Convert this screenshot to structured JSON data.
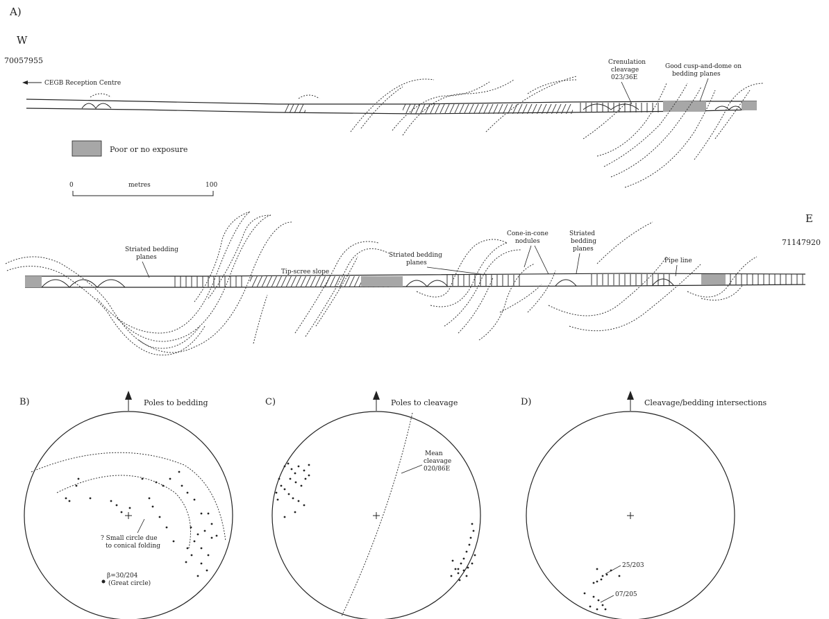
{
  "panel_labels": {
    "a": "A)",
    "b": "B)",
    "c": "C)",
    "d": "D)"
  },
  "section": {
    "west_label": "W",
    "west_grid_ref": "70057955",
    "east_label": "E",
    "east_grid_ref": "71147920",
    "reception_label": "CEGB Reception Centre",
    "crenulation_label": [
      "Crenulation",
      "cleavage",
      "023/36E"
    ],
    "cusp_label": [
      "Good cusp-and-dome on",
      "bedding planes"
    ],
    "striated_1": [
      "Striated bedding",
      "planes"
    ],
    "tip_scree": "Tip-scree slope",
    "striated_2": [
      "Striated bedding",
      "planes"
    ],
    "cone_label": [
      "Cone-in-cone",
      "nodules"
    ],
    "striated_3": [
      "Striated",
      "bedding",
      "planes"
    ],
    "pipe_line": "Pipe line"
  },
  "legend": {
    "poor_exposure": "Poor or no exposure",
    "poor_exposure_color": "#a7a7a7"
  },
  "scale": {
    "zero": "0",
    "unit": "metres",
    "max": "100"
  },
  "stereonets": {
    "b": {
      "title": "Poles to bedding",
      "small_circle_note": [
        "? Small circle due",
        "to conical folding"
      ],
      "beta_label": [
        "β=30/204",
        "(Great circle)"
      ]
    },
    "c": {
      "title": "Poles to cleavage",
      "mean_label": [
        "Mean",
        "cleavage",
        "020/86E"
      ]
    },
    "d": {
      "title": "Cleavage/bedding intersections",
      "label_1": "25/203",
      "label_2": "07/205"
    }
  },
  "colors": {
    "ink": "#222222",
    "shade": "#a7a7a7"
  }
}
